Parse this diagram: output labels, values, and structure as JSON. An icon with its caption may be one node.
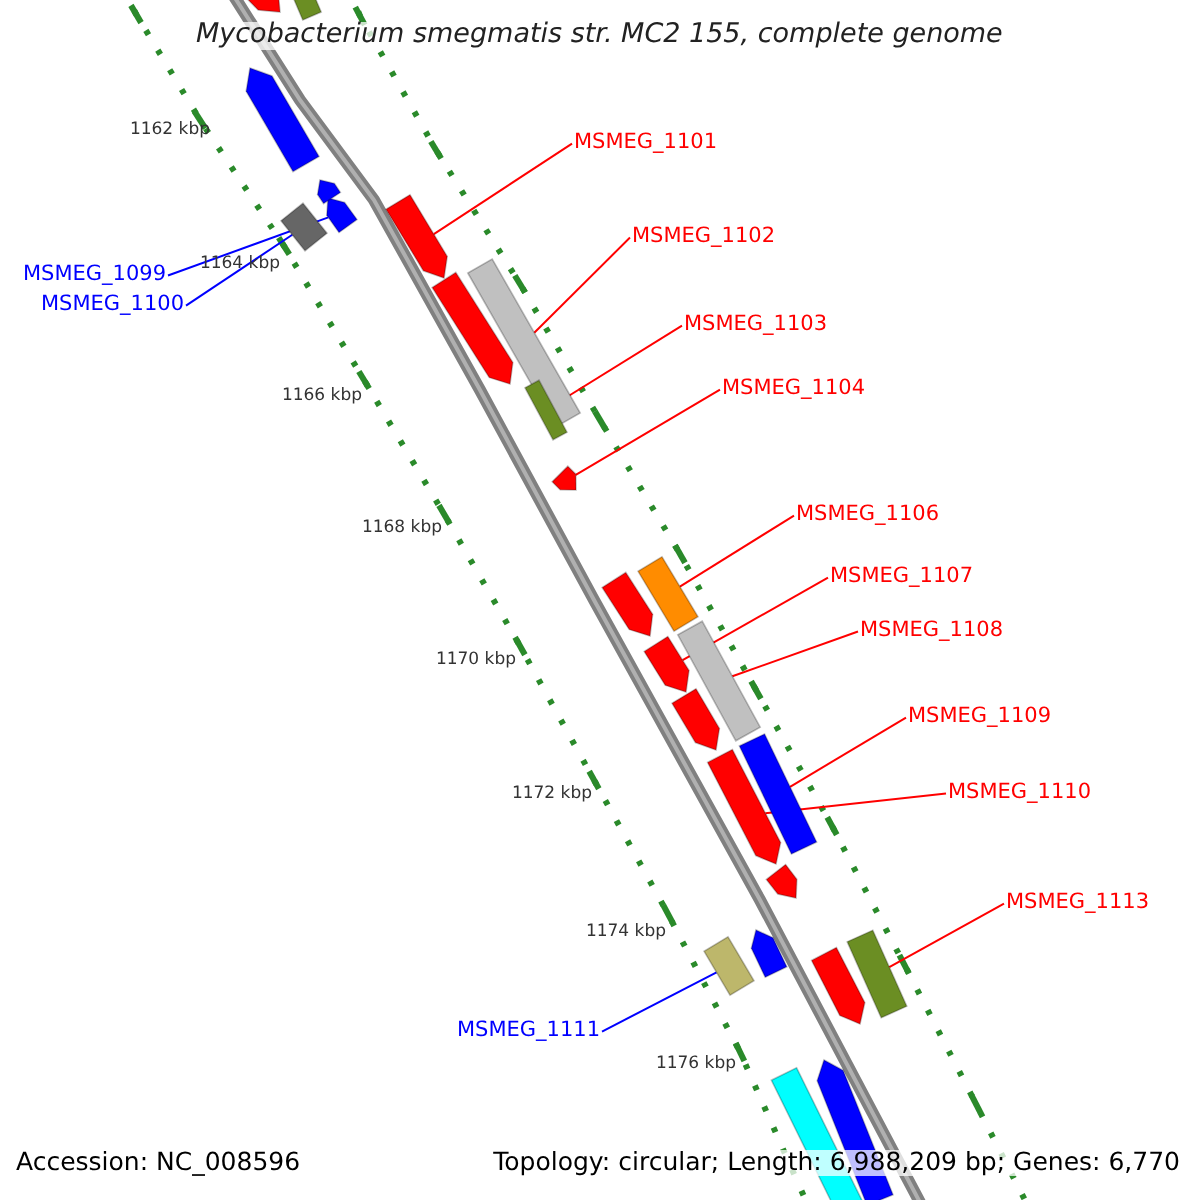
{
  "diagram": {
    "title": "Mycobacterium smegmatis str. MC2 155, complete genome",
    "nodes": [
      {
        "text": [
          "MSMEG_1101"
        ]
      },
      {
        "text": [],
        "shape": "arrow"
      },
      {
        "text": [
          "MSMEG_1102"
        ]
      },
      {
        "text": [],
        "shape": "box"
      },
      {
        "text": [
          "MSMEG_1099"
        ]
      },
      {
        "text": [],
        "shape": "arrow"
      },
      {
        "text": [
          "MSMEG_1100"
        ]
      },
      {
        "text": [],
        "shape": "box"
      },
      {
        "text": [
          "MSMEG_1103"
        ]
      },
      {
        "text": [],
        "shape": "box"
      },
      {
        "text": [
          "MSMEG_1104"
        ]
      },
      {
        "text": [],
        "shape": "arrow"
      },
      {
        "text": [
          "MSMEG_1106"
        ]
      },
      {
        "text": [],
        "shape": "box"
      },
      {
        "text": [
          "MSMEG_1107"
        ]
      },
      {
        "text": [],
        "shape": "arrow"
      },
      {
        "text": [
          "MSMEG_1108"
        ]
      },
      {
        "text": [],
        "shape": "box"
      },
      {
        "text": [
          "MSMEG_1109"
        ]
      },
      {
        "text": [],
        "shape": "box"
      },
      {
        "text": [
          "MSMEG_1110"
        ]
      },
      {
        "text": [],
        "shape": "arrow"
      },
      {
        "text": [
          "MSMEG_1113"
        ]
      },
      {
        "text": [],
        "shape": "box"
      },
      {
        "text": [
          "MSMEG_1111"
        ]
      },
      {
        "text": [],
        "shape": "box"
      },
      {
        "text": [],
        "shape": "arrow"
      },
      {
        "text": [],
        "shape": "box"
      },
      {
        "text": [],
        "shape": "arrow"
      },
      {
        "text": [],
        "shape": "arrow"
      },
      {
        "text": [],
        "shape": "arrow"
      },
      {
        "text": [],
        "shape": "arrow"
      },
      {
        "text": [],
        "shape": "arrow"
      },
      {
        "text": [],
        "shape": "arrow"
      },
      {
        "text": [],
        "shape": "arrow"
      },
      {
        "text": [],
        "shape": "arrow"
      },
      {
        "text": [],
        "shape": "box"
      },
      {
        "text": [],
        "shape": "arrow"
      }
    ],
    "edges": [
      {
        "from": 0,
        "to": 1,
        "arrow": "none"
      },
      {
        "from": 2,
        "to": 3,
        "arrow": "none"
      },
      {
        "from": 4,
        "to": 5,
        "arrow": "none",
        "color": "#0000ff"
      },
      {
        "from": 6,
        "to": 7,
        "arrow": "none",
        "color": "#0000ff"
      },
      {
        "from": 8,
        "to": 9,
        "arrow": "none"
      },
      {
        "from": 10,
        "to": 11,
        "arrow": "none"
      },
      {
        "from": 12,
        "to": 13,
        "arrow": "none"
      },
      {
        "from": 14,
        "to": 15,
        "arrow": "none"
      },
      {
        "from": 16,
        "to": 17,
        "arrow": "none"
      },
      {
        "from": 18,
        "to": 19,
        "arrow": "none"
      },
      {
        "from": 20,
        "to": 21,
        "arrow": "none"
      },
      {
        "from": 22,
        "to": 23,
        "arrow": "none"
      },
      {
        "from": 24,
        "to": 25,
        "arrow": "none",
        "color": "#0000ff"
      }
    ],
    "labels": [
      "1162 kbp",
      "1164 kbp",
      "1166 kbp",
      "1168 kbp",
      "1170 kbp",
      "1172 kbp",
      "1174 kbp",
      "1176 kbp",
      "Accession: NC_008596",
      "Topology: circular; Length: 6,988,209 bp; Genes: 6,770"
    ]
  }
}
